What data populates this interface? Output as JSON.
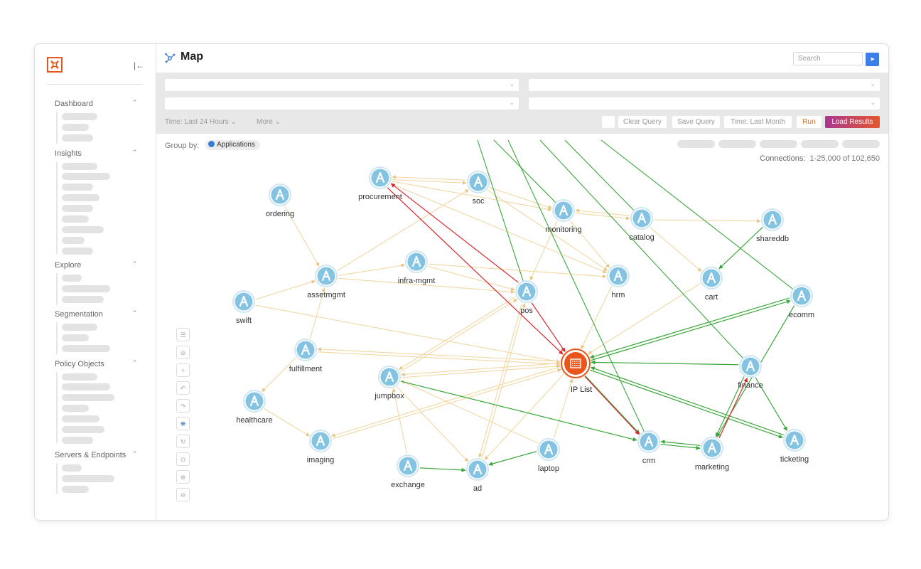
{
  "header": {
    "title": "Map",
    "search_placeholder": "Search"
  },
  "sidebar": {
    "sections": [
      {
        "label": "Dashboard",
        "items": 3
      },
      {
        "label": "Insights",
        "items": 9
      },
      {
        "label": "Explore",
        "items": 3
      },
      {
        "label": "Segmentation",
        "items": 3
      },
      {
        "label": "Policy Objects",
        "items": 7
      },
      {
        "label": "Servers & Endpoints",
        "items": 3
      }
    ]
  },
  "filters": {
    "time_filter": "Time: Last 24 Hours",
    "more": "More",
    "clear_query": "Clear Query",
    "save_query": "Save Query",
    "time_button": "Time: Last Month",
    "run": "Run",
    "load_results": "Load Results"
  },
  "canvas": {
    "group_by_label": "Group by:",
    "group_by_value": "Applications",
    "connections_label": "Connections:",
    "connections_value": "1-25,000 of 102,650"
  },
  "graph": {
    "colors": {
      "allowed": "#3aa63a",
      "blocked": "#d9262b",
      "potential": "#f1d7a3",
      "node": "#84c4e2",
      "center": "#e8561c"
    },
    "center": {
      "id": "iplist",
      "label": "IP List"
    },
    "nodes": [
      {
        "id": "procurement",
        "label": "procurement"
      },
      {
        "id": "soc",
        "label": "soc"
      },
      {
        "id": "ordering",
        "label": "ordering"
      },
      {
        "id": "monitoring",
        "label": "monitoring"
      },
      {
        "id": "catalog",
        "label": "catalog"
      },
      {
        "id": "shareddb",
        "label": "shareddb"
      },
      {
        "id": "assetmgmt",
        "label": "assetmgmt"
      },
      {
        "id": "infra-mgmt",
        "label": "infra-mgmt"
      },
      {
        "id": "hrm",
        "label": "hrm"
      },
      {
        "id": "cart",
        "label": "cart"
      },
      {
        "id": "pos",
        "label": "pos"
      },
      {
        "id": "swift",
        "label": "swift"
      },
      {
        "id": "ecomm",
        "label": "ecomm"
      },
      {
        "id": "fulfillment",
        "label": "fulfillment"
      },
      {
        "id": "jumpbox",
        "label": "jumpbox"
      },
      {
        "id": "finance",
        "label": "finance"
      },
      {
        "id": "healthcare",
        "label": "healthcare"
      },
      {
        "id": "imaging",
        "label": "imaging"
      },
      {
        "id": "exchange",
        "label": "exchange"
      },
      {
        "id": "ad",
        "label": "ad"
      },
      {
        "id": "laptop",
        "label": "laptop"
      },
      {
        "id": "crm",
        "label": "crm"
      },
      {
        "id": "marketing",
        "label": "marketing"
      },
      {
        "id": "ticketing",
        "label": "ticketing"
      }
    ],
    "edges_allowed": [
      [
        "iplist",
        "ecomm"
      ],
      [
        "ecomm",
        "iplist"
      ],
      [
        "finance",
        "iplist"
      ],
      [
        "iplist",
        "crm"
      ],
      [
        "iplist",
        "ticketing"
      ],
      [
        "ticketing",
        "iplist"
      ],
      [
        "jumpbox",
        "crm"
      ],
      [
        "exchange",
        "ad"
      ],
      [
        "laptop",
        "ad"
      ],
      [
        "crm",
        "marketing"
      ],
      [
        "marketing",
        "crm"
      ],
      [
        "finance",
        "marketing"
      ],
      [
        "ecomm",
        "marketing"
      ],
      [
        "finance",
        "ticketing"
      ],
      [
        "shareddb",
        "cart"
      ]
    ],
    "edges_blocked": [
      [
        "pos",
        "procurement"
      ],
      [
        "procurement",
        "iplist"
      ],
      [
        "pos",
        "iplist"
      ],
      [
        "iplist",
        "crm"
      ],
      [
        "marketing",
        "finance"
      ]
    ],
    "edges_potential": [
      [
        "procurement",
        "soc"
      ],
      [
        "soc",
        "procurement"
      ],
      [
        "procurement",
        "monitoring"
      ],
      [
        "soc",
        "monitoring"
      ],
      [
        "monitoring",
        "catalog"
      ],
      [
        "catalog",
        "monitoring"
      ],
      [
        "catalog",
        "shareddb"
      ],
      [
        "ordering",
        "assetmgmt"
      ],
      [
        "assetmgmt",
        "soc"
      ],
      [
        "assetmgmt",
        "infra-mgmt"
      ],
      [
        "infra-mgmt",
        "pos"
      ],
      [
        "assetmgmt",
        "pos"
      ],
      [
        "swift",
        "assetmgmt"
      ],
      [
        "swift",
        "iplist"
      ],
      [
        "fulfillment",
        "assetmgmt"
      ],
      [
        "fulfillment",
        "iplist"
      ],
      [
        "iplist",
        "fulfillment"
      ],
      [
        "fulfillment",
        "healthcare"
      ],
      [
        "healthcare",
        "imaging"
      ],
      [
        "imaging",
        "iplist"
      ],
      [
        "iplist",
        "imaging"
      ],
      [
        "jumpbox",
        "iplist"
      ],
      [
        "iplist",
        "jumpbox"
      ],
      [
        "jumpbox",
        "ad"
      ],
      [
        "exchange",
        "jumpbox"
      ],
      [
        "laptop",
        "jumpbox"
      ],
      [
        "pos",
        "ad"
      ],
      [
        "ad",
        "pos"
      ],
      [
        "monitoring",
        "pos"
      ],
      [
        "monitoring",
        "hrm"
      ],
      [
        "hrm",
        "iplist"
      ],
      [
        "catalog",
        "cart"
      ],
      [
        "cart",
        "iplist"
      ],
      [
        "infra-mgmt",
        "hrm"
      ],
      [
        "iplist",
        "ad"
      ],
      [
        "laptop",
        "iplist"
      ],
      [
        "jumpbox",
        "pos"
      ],
      [
        "soc",
        "hrm"
      ],
      [
        "procurement",
        "hrm"
      ],
      [
        "pos",
        "jumpbox"
      ]
    ],
    "edges_offscreen": [
      "pos",
      "monitoring",
      "crm",
      "finance",
      "ecomm",
      "catalog"
    ]
  },
  "toolbar": {
    "tools": [
      "list-icon",
      "hide-links-icon",
      "collapse-icon",
      "undo-icon",
      "redo-icon",
      "graph-icon",
      "refresh-icon",
      "reset-zoom-icon",
      "zoom-in-icon",
      "zoom-out-icon"
    ],
    "active": "graph-icon"
  }
}
